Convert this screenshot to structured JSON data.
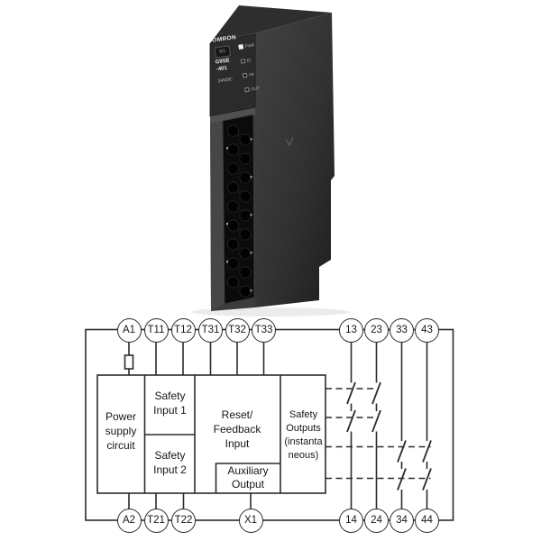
{
  "product": {
    "brand": "OMRON",
    "series_badge": "9G",
    "model": "G9SE\n-401",
    "voltage": "24VDC",
    "leds": [
      {
        "label": "PWR",
        "state": "on"
      },
      {
        "label": "EI",
        "state": "off"
      },
      {
        "label": "FB",
        "state": "off"
      },
      {
        "label": "OUT",
        "state": "off"
      }
    ]
  },
  "diagram": {
    "top_terminals": [
      "A1",
      "T11",
      "T12",
      "T31",
      "T32",
      "T33",
      "13",
      "23",
      "33",
      "43"
    ],
    "bottom_terminals": [
      "A2",
      "T21",
      "T22",
      "X1",
      "14",
      "24",
      "34",
      "44"
    ],
    "blocks": {
      "power_supply": "Power\nsupply\ncircuit",
      "safety_input_1": "Safety\nInput 1",
      "safety_input_2": "Safety\nInput 2",
      "reset_feedback": "Reset/\nFeedback\nInput",
      "auxiliary_output": "Auxiliary\nOutput",
      "safety_outputs": "Safety\nOutputs\n(instanta\nneous)"
    }
  },
  "colors": {
    "line": "#2b2b2b",
    "module_dark": "#1f1f1f",
    "module_mid": "#3c3c3c",
    "module_light": "#4a4a4a"
  }
}
